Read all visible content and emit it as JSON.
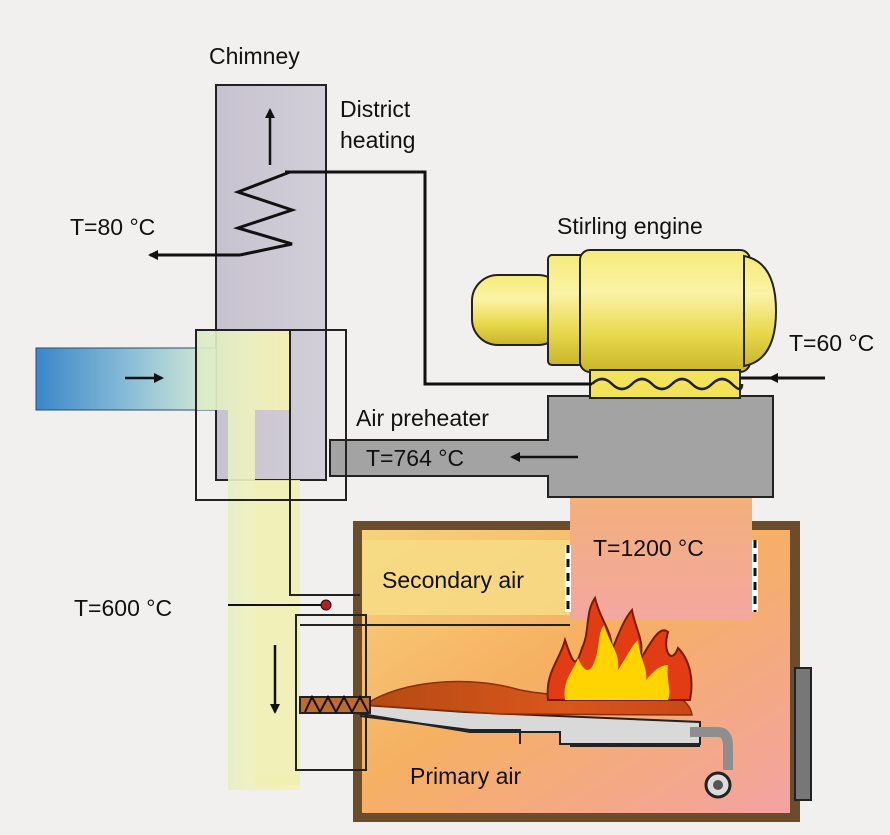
{
  "labels": {
    "chimney": "Chimney",
    "district_heating_line1": "District",
    "district_heating_line2": "heating",
    "stirling_engine": "Stirling engine",
    "air_preheater": "Air preheater",
    "secondary_air": "Secondary air",
    "primary_air": "Primary air"
  },
  "temperatures": {
    "district_out": "T=80 °C",
    "district_in": "T=60 °C",
    "preheater_flue": "T=764 °C",
    "combustion": "T=1200 °C",
    "preheated_air": "T=600 °C"
  },
  "colors": {
    "chimney_fill": "#cbc6d2",
    "furnace_wall": "#6b4d2c",
    "hot_gas_orange": "#f6b65a",
    "hot_gas_pink": "#f4a3a3",
    "cold_air_blue": "#3a86c8",
    "warm_air_yellow": "#f2efb0",
    "engine_yellow": "#eede52",
    "heater_gray": "#a3a3a3",
    "flame_red": "#e23c14",
    "flame_yellow": "#ffd400"
  }
}
